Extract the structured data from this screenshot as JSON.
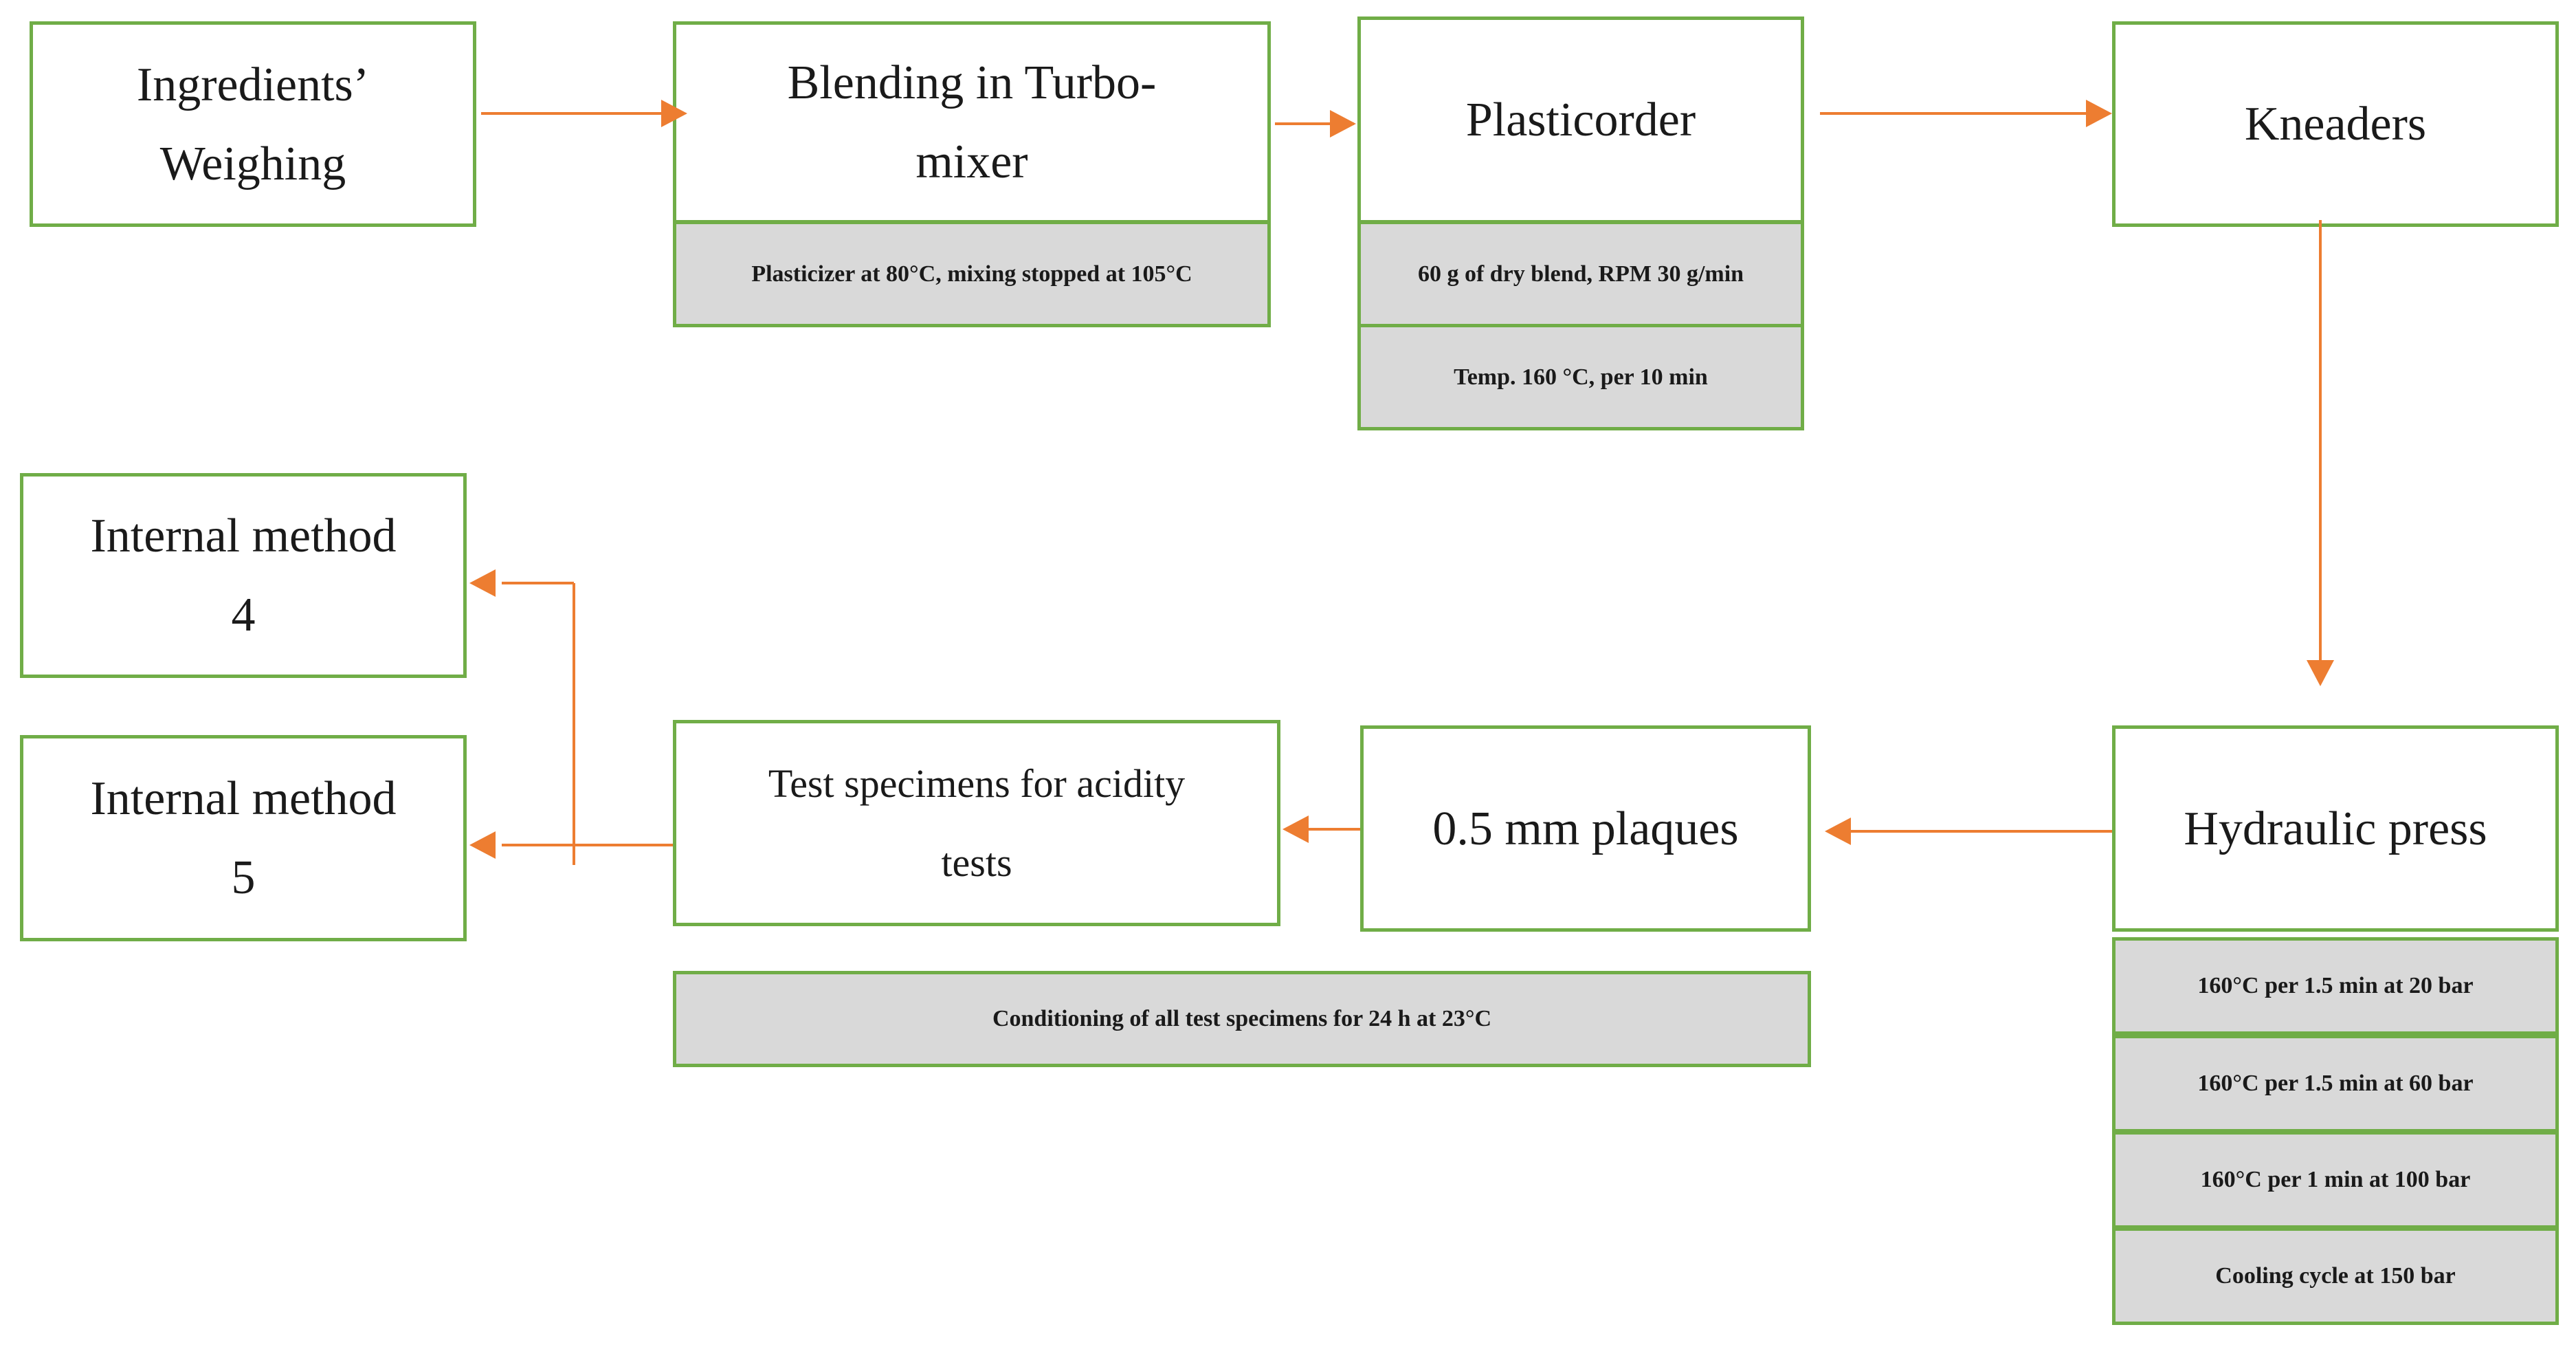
{
  "boxes": {
    "ingredients": "Ingredients’\nWeighing",
    "blending": "Blending in Turbo-\nmixer",
    "plasticorder": "Plasticorder",
    "kneaders": "Kneaders",
    "internal4": "Internal method\n4",
    "internal5": "Internal method\n5",
    "specimens": "Test specimens for acidity\ntests",
    "plaques": "0.5 mm plaques",
    "press": "Hydraulic press"
  },
  "notes": {
    "blending": "Plasticizer at 80°C, mixing stopped at 105°C",
    "plasticorder_1": "60 g of dry blend, RPM 30 g/min",
    "plasticorder_2": "Temp. 160 °C, per 10 min",
    "conditioning": "Conditioning of all test specimens for 24 h at 23°C",
    "press_1": "160°C per 1.5 min at 20 bar",
    "press_2": "160°C per 1.5 min at 60 bar",
    "press_3": "160°C per 1 min at 100 bar",
    "press_4": "Cooling cycle at 150 bar"
  },
  "colors": {
    "box_border": "#70ad47",
    "note_fill": "#d9d9d9",
    "arrow": "#ed7d31"
  }
}
